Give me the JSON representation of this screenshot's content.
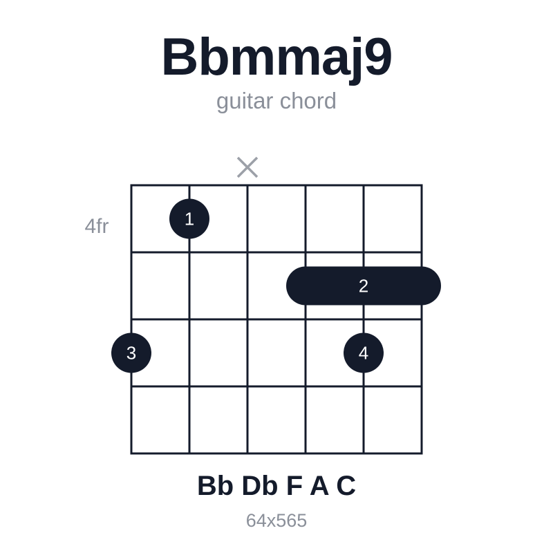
{
  "chord": {
    "name": "Bbmmaj9",
    "subtitle": "guitar chord",
    "notes": "Bb Db F A C",
    "fingering_code": "64x565",
    "fret_label": "4fr",
    "colors": {
      "ink": "#141b2b",
      "muted": "#8a8f99",
      "mute_mark": "#9ca0a8",
      "background": "#ffffff"
    }
  },
  "diagram": {
    "strings": 6,
    "frets_shown": 4,
    "base_fret": 4,
    "muted_strings": [
      3
    ],
    "fingers": [
      {
        "string": 2,
        "fret": 1,
        "label": "1"
      },
      {
        "string": 1,
        "fret": 3,
        "label": "3"
      },
      {
        "string": 5,
        "fret": 3,
        "label": "4"
      }
    ],
    "barres": [
      {
        "from_string": 4,
        "to_string": 6,
        "fret": 2,
        "label": "2"
      }
    ]
  }
}
